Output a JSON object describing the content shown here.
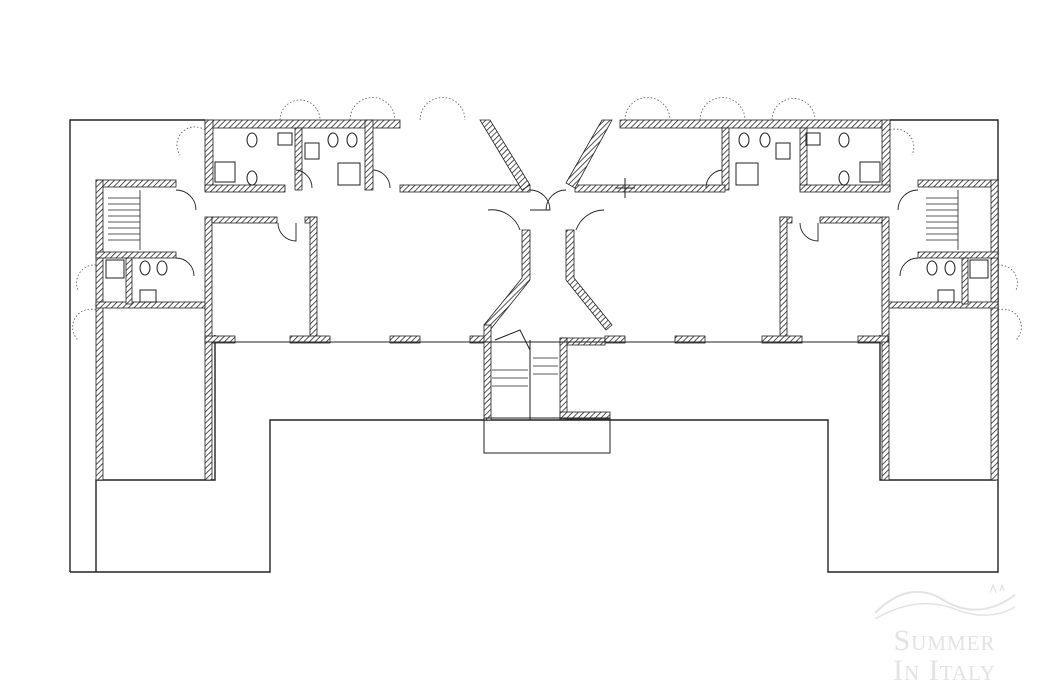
{
  "image": {
    "kind": "architectural floor plan",
    "background": "#ffffff"
  },
  "colors": {
    "wall_hatch": "#2a2a2a",
    "wall_fill": "#ffffff",
    "line": "#222222",
    "door_swing": "#555555",
    "watermark": "#e3e3e3"
  },
  "watermark": {
    "icon": "landscape-logo-icon",
    "line1": "Summer",
    "line2": "In Italy"
  }
}
